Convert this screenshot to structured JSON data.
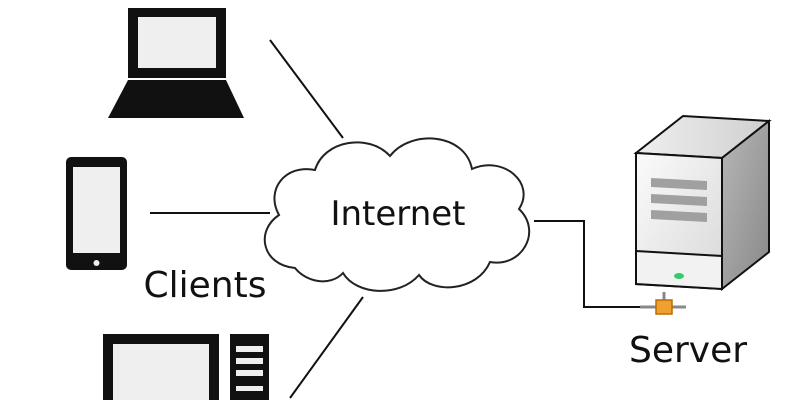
{
  "diagram": {
    "cloud_label": "Internet",
    "clients_label": "Clients",
    "server_label": "Server"
  },
  "icons": {
    "laptop": "laptop-icon",
    "phone": "smartphone-icon",
    "desktop": "desktop-computer-icon",
    "server": "server-tower-icon",
    "cloud": "cloud-icon",
    "connector": "network-connector-icon"
  },
  "colors": {
    "stroke": "#111111",
    "screen": "#efefef",
    "server_light": "#f2f2f2",
    "server_mid": "#d9d9d9",
    "server_dark": "#9f9f9f",
    "connector_orange": "#f0a030",
    "status_green": "#33cc66"
  }
}
